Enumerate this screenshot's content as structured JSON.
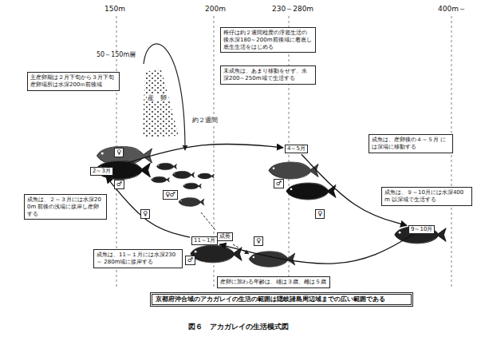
{
  "diagram": {
    "caption": "図６　アカガレイの生活模式図",
    "nodes": [
      {
        "text": [
          "主産卵期は２月下旬から３月下旬 産卵場所は水深200ｍ前後域"
        ]
      },
      {
        "text": [
          "稚仔は約２週間程度の浮遊生活の 後水深180～200m前後域に着底し 底生生活をはじめる"
        ]
      },
      {
        "text": [
          "未成魚は、あまり移動をせず、水 深200～250m域で生活する"
        ]
      },
      {
        "text": [
          "♀"
        ]
      },
      {
        "text": [
          "♂"
        ]
      },
      {
        "text": [
          "2～3月"
        ]
      },
      {
        "text": [
          "♀♂"
        ]
      },
      {
        "text": [
          "4～5月"
        ]
      },
      {
        "text": [
          "成魚は、産卵後の４～５月 には深場に移動する"
        ]
      },
      {
        "text": [
          "♂"
        ]
      },
      {
        "text": [
          "成魚は、２～３月には水深200m 前後の浅場に接岸し産卵する"
        ]
      },
      {
        "text": [
          "成魚は、９～10月には水深400m 以深域で生活する"
        ]
      },
      {
        "text": [
          "♀"
        ]
      },
      {
        "text": [
          "♀"
        ]
      },
      {
        "text": [
          "9～10月"
        ]
      },
      {
        "text": [
          "成長"
        ]
      },
      {
        "text": [
          "11～1月"
        ]
      },
      {
        "text": [
          "♀"
        ]
      },
      {
        "text": [
          "♂"
        ]
      },
      {
        "text": [
          "成魚は、11～１月には水深230～ 280m域に接岸する"
        ]
      },
      {
        "text": [
          "産卵に加わる年齢は、雄は３歳、雌は５歳"
        ]
      },
      {
        "text": [
          "京都府沖合域のアカガレイの生活の範囲は隠岐諸島周辺域までの広い範囲である"
        ]
      }
    ],
    "edges": [
      {
        "from": 5,
        "to": 7,
        "arrow": "to"
      },
      {
        "from": 7,
        "to": 14,
        "arrow": "to"
      },
      {
        "from": 14,
        "to": 16,
        "arrow": "to"
      },
      {
        "from": 16,
        "to": 5,
        "arrow": "to"
      }
    ],
    "labels": [
      "150m",
      "200m",
      "230～280m",
      "400m～",
      "50～150m層",
      "産　卵",
      "約２週間"
    ]
  }
}
